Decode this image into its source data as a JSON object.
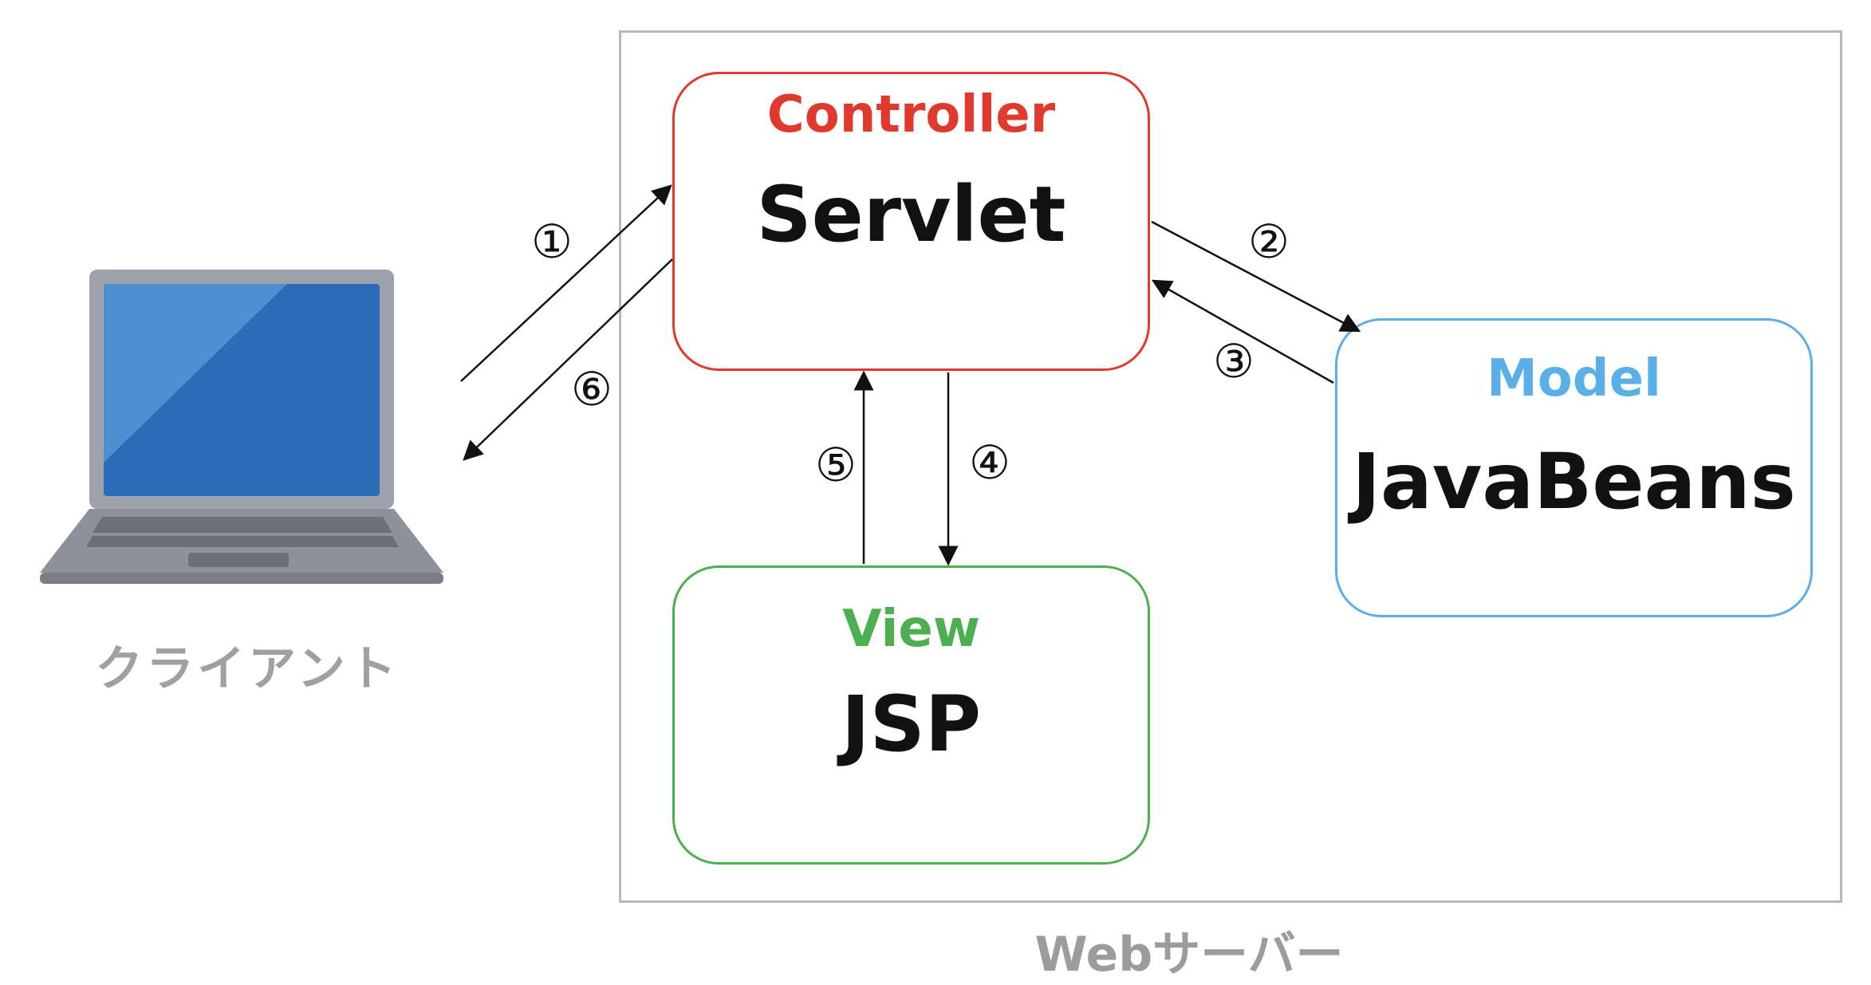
{
  "client": {
    "label": "クライアント"
  },
  "server": {
    "label": "Webサーバー"
  },
  "controller": {
    "role": "Controller",
    "tech": "Servlet"
  },
  "model": {
    "role": "Model",
    "tech": "JavaBeans"
  },
  "view": {
    "role": "View",
    "tech": "JSP"
  },
  "steps": [
    "①",
    "②",
    "③",
    "④",
    "⑤",
    "⑥"
  ],
  "colors": {
    "controller": "#e03a2e",
    "model": "#5ab0e6",
    "view": "#4caf50",
    "frame": "#b8b8b8",
    "label_gray": "#9c9c9c"
  }
}
